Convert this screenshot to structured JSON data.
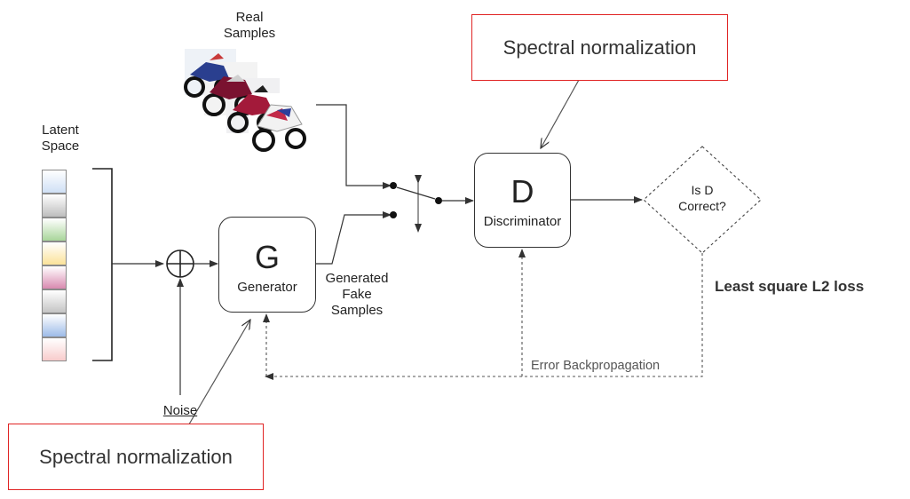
{
  "labels": {
    "real_samples": "Real\nSamples",
    "latent_space": "Latent\nSpace",
    "generated_fake_samples": "Generated\nFake\nSamples",
    "noise": "Noise",
    "error_backpropagation": "Error Backpropagation",
    "least_square": "Least square L2 loss"
  },
  "generator": {
    "letter": "G",
    "name": "Generator"
  },
  "discriminator": {
    "letter": "D",
    "name": "Discriminator"
  },
  "decision": {
    "text": "Is D\nCorrect?"
  },
  "callouts": {
    "top": "Spectral normalization",
    "bottom": "Spectral normalization"
  },
  "latent_cells": [
    {
      "color": "#cfe0f5"
    },
    {
      "color": "#bdbdbd"
    },
    {
      "color": "#a8d59a"
    },
    {
      "color": "#fbe29a"
    },
    {
      "color": "#d98ab0"
    },
    {
      "color": "#c4c4c4"
    },
    {
      "color": "#9dbbe8"
    },
    {
      "color": "#f8cccc"
    }
  ],
  "icons": {
    "sum_node": "circled-plus-icon",
    "samples_image": "motorcycle-photos"
  },
  "colors": {
    "callout_border": "#e02424",
    "line": "#333333",
    "dashed": "#555555"
  }
}
